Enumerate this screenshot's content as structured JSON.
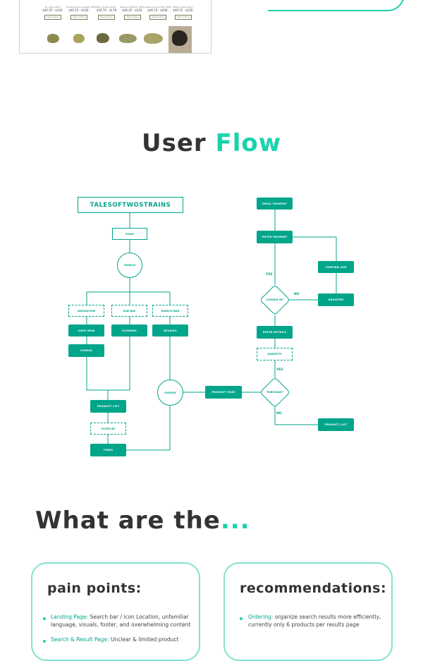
{
  "product_strip": {
    "products": [
      {
        "name": "Dr. Glue (HSH)",
        "price": "$40.25 - $120.",
        "button": "Select options"
      },
      {
        "name": "Purple Monkey Sweets (HSH)",
        "price": "$40.25 - $120.",
        "button": "Select options"
      },
      {
        "name": "Blue Widow (HSH)",
        "price": "$54.70 - $179",
        "button": "Select options"
      },
      {
        "name": "Banana Butterfly (HSH)",
        "price": "$40.25 - $120.",
        "button": "Select options"
      },
      {
        "name": "Space Cannon Mix (HSH)",
        "price": "$40.70 - $430.",
        "button": "Select options"
      },
      {
        "name": "Black Ocean Hash",
        "price": "$40.25 - $120.",
        "button": "Select options"
      }
    ]
  },
  "user_flow": {
    "title_part1": "User",
    "title_part2": "Flow",
    "site_name": "TALESOFTWOSTRAINS",
    "nodes": {
      "start": "START",
      "search": "SEARCH",
      "navigation": "NAVIGATION",
      "sub_nav": "SUB NAV",
      "search_bar": "SEARCH BAR",
      "shop_now": "SHOP NOW",
      "flowers": "FLOWERS",
      "results": "RESULTS",
      "hybrid": "HYBRID",
      "choose": "CHOOSE",
      "product_page": "PRODUCT PAGE",
      "product_list_left": "PRODUCT LIST",
      "filter_by": "FILTER BY",
      "finds": "FINDS",
      "email_payment": "EMAIL PAYMENT",
      "enter_payment": "ENTER PAYMENT",
      "logged_in": "LOGGED IN?",
      "confirm_age": "CONFIRM AGE",
      "register": "REGISTER",
      "enter_details": "ENTER DETAILS",
      "quantity": "QUANTITY",
      "purchase": "PURCHASE?",
      "product_list_right": "PRODUCT LIST"
    },
    "labels": {
      "yes_logged": "YES",
      "no_logged": "NO",
      "yes_purchase": "YES",
      "no_purchase": "NO"
    }
  },
  "what_are": {
    "title": "What are the",
    "ellipsis": "..."
  },
  "cards": {
    "pain_points": {
      "title": "pain points:",
      "items": [
        {
          "lead": "Landing Page:",
          "text": " Search bar / icon Location, unfamiliar language, visuals, footer, and overwhelming content"
        },
        {
          "lead": "Search & Result Page:",
          "text": " Unclear & limited  product"
        }
      ]
    },
    "recommendations": {
      "title": "recommendations:",
      "items": [
        {
          "lead": "Ordering:",
          "text": " organize search results more efficiently, currently only 6 products per results page"
        }
      ]
    }
  },
  "colors": {
    "accent": "#19d3ad",
    "node": "#00a58a",
    "heading": "#333333"
  }
}
